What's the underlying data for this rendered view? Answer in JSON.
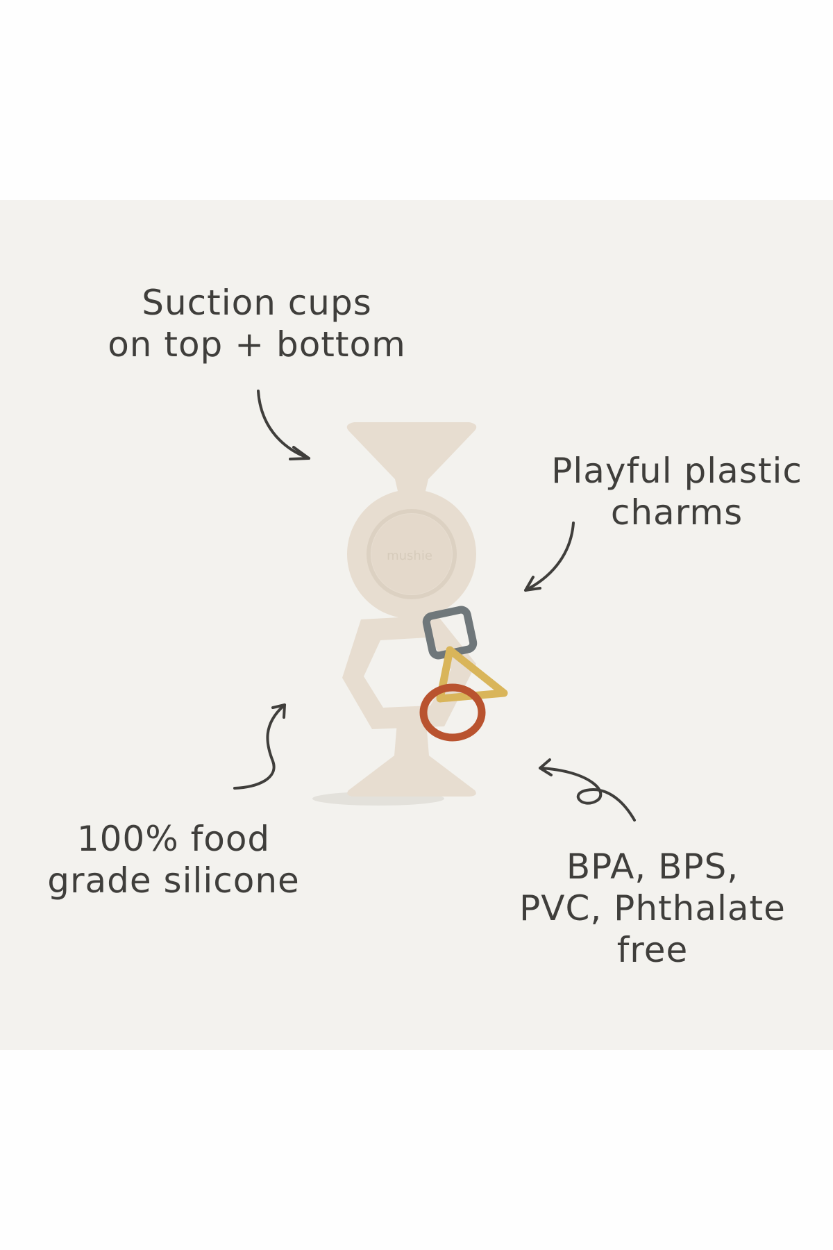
{
  "annotations": {
    "suction": "Suction cups\non top + bottom",
    "charms": "Playful plastic\ncharms",
    "silicone": "100% food\ngrade silicone",
    "free": "BPA, BPS,\nPVC, Phthalate\nfree"
  },
  "product": {
    "logo_text": "mushie"
  },
  "colors": {
    "background": "#f3f2ee",
    "silicone": "#e7ddd0",
    "charm_square": "#6f777a",
    "charm_triangle": "#d9b55a",
    "charm_circle": "#b9532f",
    "ink": "#3f3e3b"
  }
}
